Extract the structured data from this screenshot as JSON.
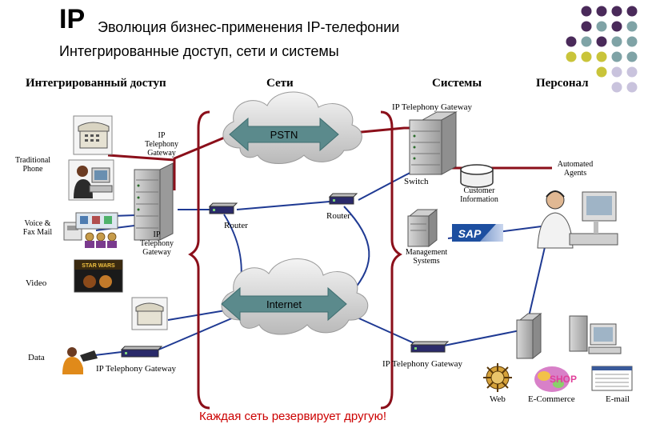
{
  "header": {
    "logo": "IP",
    "title": "Эволюция бизнес-применения IP-телефонии",
    "subtitle": "Интегрированные доступ, сети и системы"
  },
  "columns": {
    "access": "Интегрированный доступ",
    "networks": "Сети",
    "systems": "Системы",
    "staff": "Персонал"
  },
  "labels": {
    "gateway_top": "IP Telephony Gateway",
    "gateway_mid": [
      "IP",
      "Telephony",
      "Gateway"
    ],
    "gateway_low": [
      "IP",
      "Telephony",
      "Gateway"
    ],
    "gateway_bottom_left": "IP Telephony Gateway",
    "gateway_bottom_right": "IP Telephony Gateway",
    "traditional_phone": [
      "Traditional",
      "Phone"
    ],
    "voice_fax": [
      "Voice &",
      "Fax Mail"
    ],
    "video": "Video",
    "data": "Data",
    "router_left": "Router",
    "router_right": "Router",
    "switch": "Switch",
    "customer_info": [
      "Customer",
      "Information"
    ],
    "automated_agents": [
      "Automated",
      "Agents"
    ],
    "management_systems": [
      "Management",
      "Systems"
    ],
    "sap": "SAP",
    "web": "Web",
    "ecommerce": "E-Commerce",
    "email": "E-mail",
    "shop": "SHOP",
    "dvd": "STAR WARS"
  },
  "clouds": {
    "pstn": "PSTN",
    "internet": "Internet"
  },
  "footer": "Каждая сеть резервирует другую!",
  "colors": {
    "dot_purple": "#4a2a5a",
    "dot_teal": "#7fa3a6",
    "dot_yellow": "#c9c43a",
    "dot_lilac": "#c9c3dd",
    "line_red": "#8b0f1a",
    "line_blue": "#1f3a93",
    "arrow_teal": "#5b8a8c",
    "footer_red": "#cc0000"
  }
}
